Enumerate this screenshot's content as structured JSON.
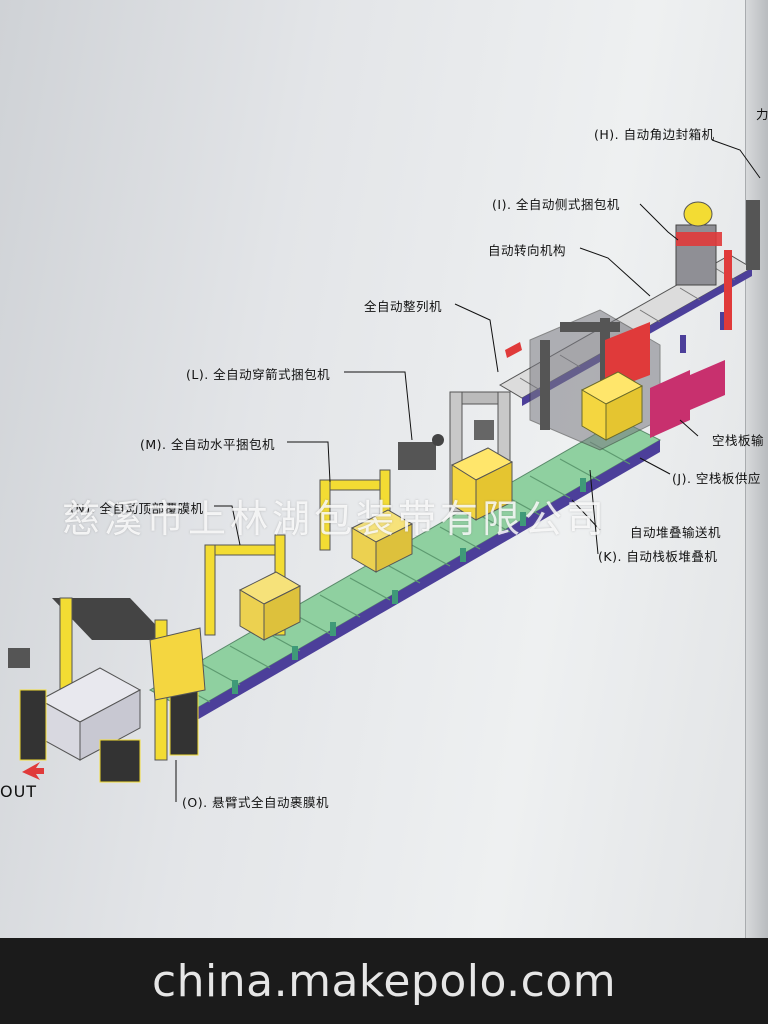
{
  "labels": {
    "h": "(H). 自动角边封箱机",
    "i": "(I). 全自动侧式捆包机",
    "turn": "自动转向机构",
    "align": "全自动整列机",
    "l": "(L). 全自动穿箭式捆包机",
    "m": "(M). 全自动水平捆包机",
    "n": "(N). 全自动顶部覆膜机",
    "empty1": "空栈板输",
    "j": "(J). 空栈板供应",
    "stack_conv": "自动堆叠输送机",
    "k": "(K). 自动栈板堆叠机",
    "o": "(O). 悬臂式全自动裹膜机",
    "edge_top": "力"
  },
  "out_label": "OUT",
  "watermark": "慈溪市上林湖包装带有限公司",
  "site": "china.makepolo.com",
  "colors": {
    "conveyor": "#8fd0a0",
    "frame": "#f3dc33",
    "base": "#4c3f9a",
    "red": "#e03a3a",
    "magenta": "#c8306e",
    "grey": "#8f8f95"
  }
}
